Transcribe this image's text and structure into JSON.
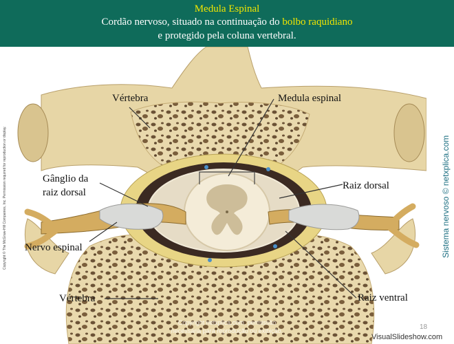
{
  "header": {
    "title": "Medula Espinal",
    "line1_prefix": "Cordão nervoso, situado na continuação do ",
    "line1_highlight": "bolbo raquidiano",
    "line2": "e protegido pela coluna vertebral."
  },
  "labels": {
    "vertebra_top": "Vértebra",
    "medula": "Medula espinal",
    "ganglio_1": "Gânglio da",
    "ganglio_2": "raiz dorsal",
    "raiz_dorsal": "Raiz dorsal",
    "nervo": "Nervo espinal",
    "vertebra_bottom": "Vértebra",
    "raiz_ventral": "Raiz ventral"
  },
  "side_brand": "Sistema nervoso © netxplica.com",
  "copyright_left": "Copyright © The McGraw-Hill Companies, Inc. Permission required for reproduction or display.",
  "watermark_1": "Copyright netxplica.com. permissão",
  "watermark_2": "necessária para reprodução ou exibição.",
  "page_number": "18",
  "source_brand": "VisualSlideshow.com",
  "colors": {
    "header_bg": "#0f6b5a",
    "highlight": "#f2e600",
    "bone": "#e7d6a6",
    "side_brand": "#1d6f82"
  }
}
